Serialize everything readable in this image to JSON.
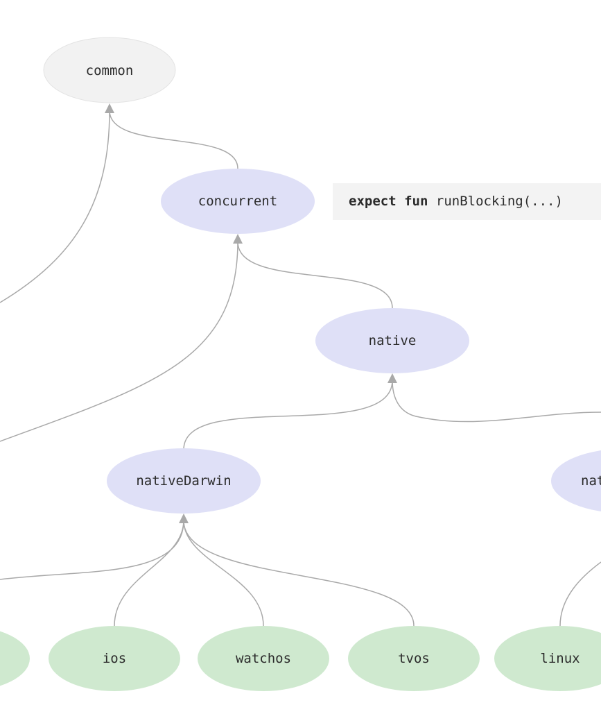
{
  "nodes": {
    "common": {
      "label": "common"
    },
    "concurrent": {
      "label": "concurrent"
    },
    "native": {
      "label": "native"
    },
    "nativeDarwin": {
      "label": "nativeDarwin"
    },
    "nativeOther": {
      "label": "nat"
    },
    "ios": {
      "label": "ios"
    },
    "watchos": {
      "label": "watchos"
    },
    "tvos": {
      "label": "tvos"
    },
    "linux": {
      "label": "linux"
    }
  },
  "code_annotation": {
    "keyword1": "expect",
    "keyword2": "fun",
    "rest": "runBlocking(...)"
  },
  "colors": {
    "common_fill": "#f2f2f2",
    "intermediate_fill": "#dfe0f7",
    "leaf_fill": "#cfe9cf",
    "edge": "#a9a9a9"
  }
}
